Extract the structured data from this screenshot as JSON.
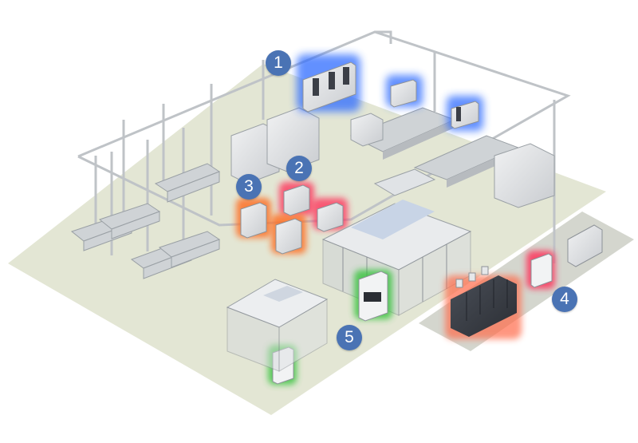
{
  "markers": [
    {
      "id": "1",
      "label": "1"
    },
    {
      "id": "2",
      "label": "2"
    },
    {
      "id": "3",
      "label": "3"
    },
    {
      "id": "4",
      "label": "4"
    },
    {
      "id": "5",
      "label": "5"
    }
  ],
  "colors": {
    "badge": "#4a73b4",
    "floor": "#e3e6d4",
    "floor_dark": "#d4d6ce",
    "glow_blue": "#2f6cff",
    "glow_red": "#ff2a55",
    "glow_orange": "#ff6a1a",
    "glow_green": "#35c23a",
    "pipe": "#bfc3c7",
    "machine": "#dcdfe2",
    "dark_cabinet": "#3b3f47"
  }
}
